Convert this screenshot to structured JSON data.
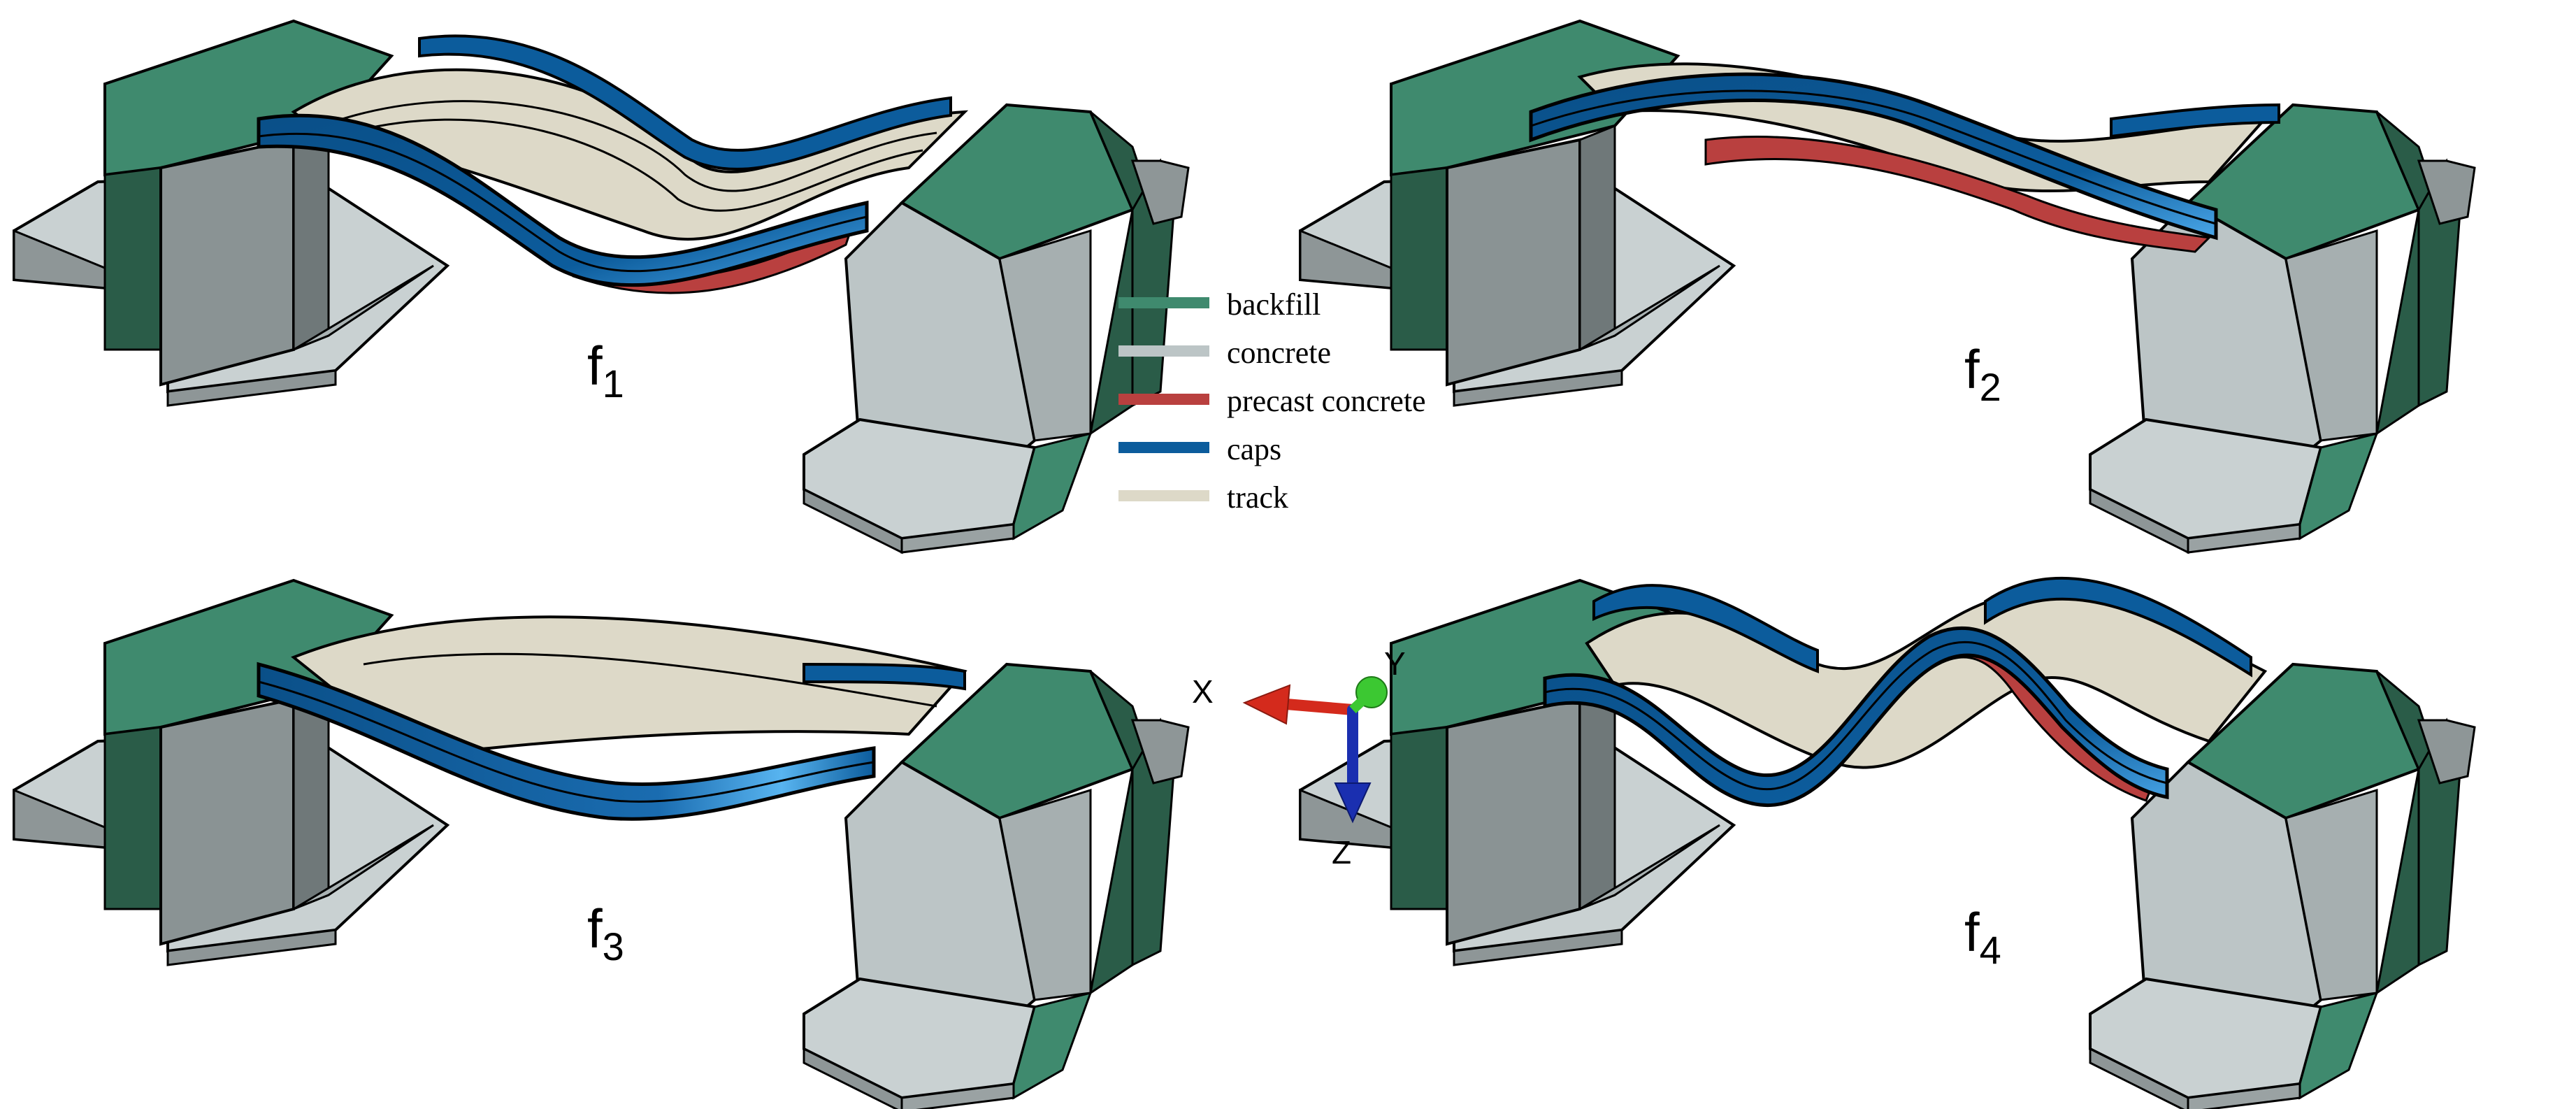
{
  "colors": {
    "backfill": "#3f8a6e",
    "backfill_dark": "#2a5c48",
    "concrete": "#bcc5c6",
    "concrete_dark": "#7f8889",
    "precast_concrete": "#b9403f",
    "caps": "#0c5c9c",
    "caps_light": "#4aa6e8",
    "track": "#ddd9c8",
    "axis_x": "#d42a1c",
    "axis_y": "#3cc832",
    "axis_z": "#1a2fb0"
  },
  "modes": [
    {
      "id": "f1",
      "main": "f",
      "sub": "1"
    },
    {
      "id": "f2",
      "main": "f",
      "sub": "2"
    },
    {
      "id": "f3",
      "main": "f",
      "sub": "3"
    },
    {
      "id": "f4",
      "main": "f",
      "sub": "4"
    }
  ],
  "legend": {
    "items": [
      {
        "label": "backfill",
        "color": "#3f8a6e"
      },
      {
        "label": "concrete",
        "color": "#bcc5c6"
      },
      {
        "label": "precast concrete",
        "color": "#b9403f"
      },
      {
        "label": "caps",
        "color": "#0c5c9c"
      },
      {
        "label": "track",
        "color": "#ddd9c8"
      }
    ]
  },
  "axes": {
    "x": "X",
    "y": "Y",
    "z": "Z"
  }
}
